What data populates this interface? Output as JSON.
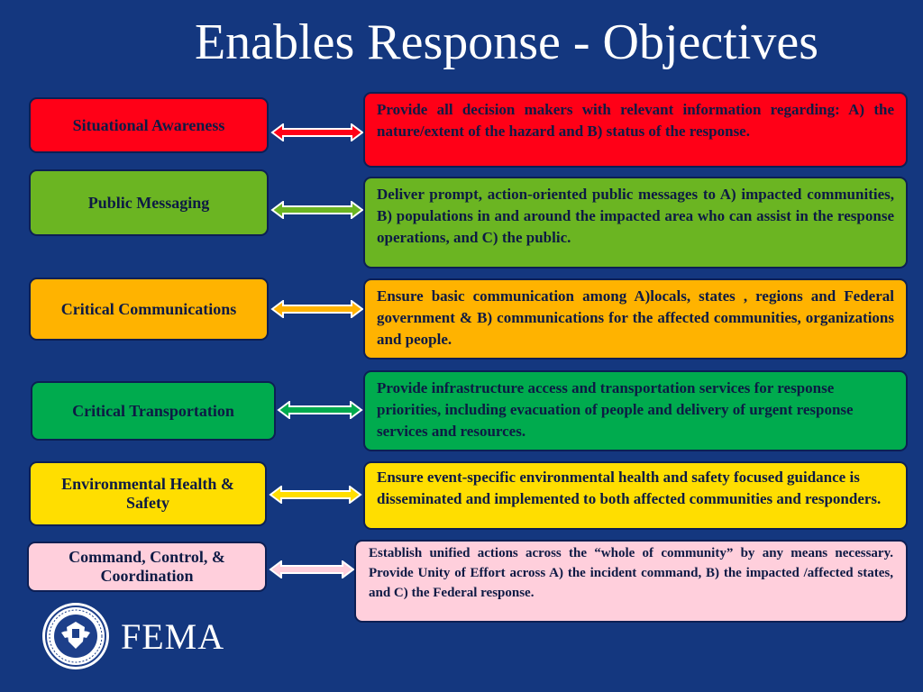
{
  "title": "Enables Response - Objectives",
  "logo": {
    "text": "FEMA",
    "seal_icon": "dhs-seal-icon"
  },
  "colors": {
    "background": "#14377f",
    "red": "#ff0017",
    "green": "#6bb522",
    "orange": "#ffb300",
    "dark_green": "#00ab4e",
    "yellow": "#ffde00",
    "pink": "#ffcfdc"
  },
  "rows": [
    {
      "label": "Situational Awareness",
      "description": "Provide all decision makers with relevant information regarding: A) the nature/extent of the hazard and B) status of the response."
    },
    {
      "label": "Public Messaging",
      "description": "Deliver prompt, action-oriented public messages to  A) impacted communities, B) populations in and around the impacted area who can assist in the response operations, and C) the public."
    },
    {
      "label": "Critical Communications",
      "description": "Ensure basic communication among  A)locals, states , regions and Federal government & B) communications for the affected communities, organizations and people."
    },
    {
      "label": "Critical Transportation",
      "description": "Provide infrastructure access and transportation services for response priorities, including evacuation of people and delivery of urgent response services  and resources."
    },
    {
      "label": "Environmental Health & Safety",
      "description": "Ensure event-specific environmental health and safety focused guidance is disseminated and implemented to both affected communities and responders."
    },
    {
      "label": "Command, Control, & Coordination",
      "description": "Establish unified actions across the “whole of community”  by any means necessary. Provide Unity of Effort across A) the  incident command, B) the impacted /affected states, and C) the Federal response."
    }
  ]
}
